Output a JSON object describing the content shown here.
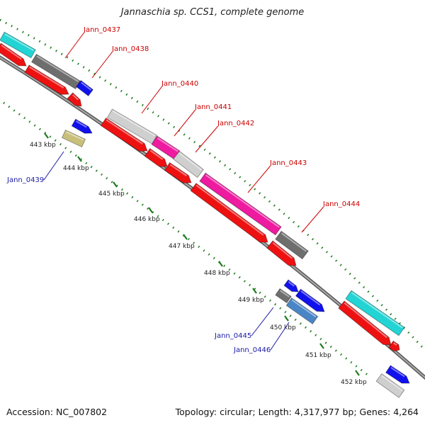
{
  "title": "Jannaschia sp. CCS1, complete genome",
  "footer": {
    "accession": "Accession: NC_007802",
    "summary": "Topology: circular; Length: 4,317,977 bp; Genes: 4,264"
  },
  "ticks": [
    "443 kbp",
    "444 kbp",
    "445 kbp",
    "446 kbp",
    "447 kbp",
    "448 kbp",
    "449 kbp",
    "450 kbp",
    "451 kbp",
    "452 kbp"
  ],
  "gene_labels": {
    "Jann_0437": "Jann_0437",
    "Jann_0438": "Jann_0438",
    "Jann_0439": "Jann_0439",
    "Jann_0440": "Jann_0440",
    "Jann_0441": "Jann_0441",
    "Jann_0442": "Jann_0442",
    "Jann_0443": "Jann_0443",
    "Jann_0444": "Jann_0444",
    "Jann_0445": "Jann_0445",
    "Jann_0446": "Jann_0446"
  },
  "colors": {
    "forward_label": "#cc0000",
    "reverse_label": "#1a1aa6",
    "cds_forward": "#ee1111",
    "cds_reverse": "#1111ee",
    "backbone": "#808080",
    "tick": "#1f7a1f",
    "cyan": "#22d4d4",
    "magenta": "#ee1aa0",
    "dark_gray": "#6e6e6e",
    "light_gray": "#cfcfcf",
    "khaki": "#c8c07a",
    "steel_blue": "#4a86c6"
  }
}
